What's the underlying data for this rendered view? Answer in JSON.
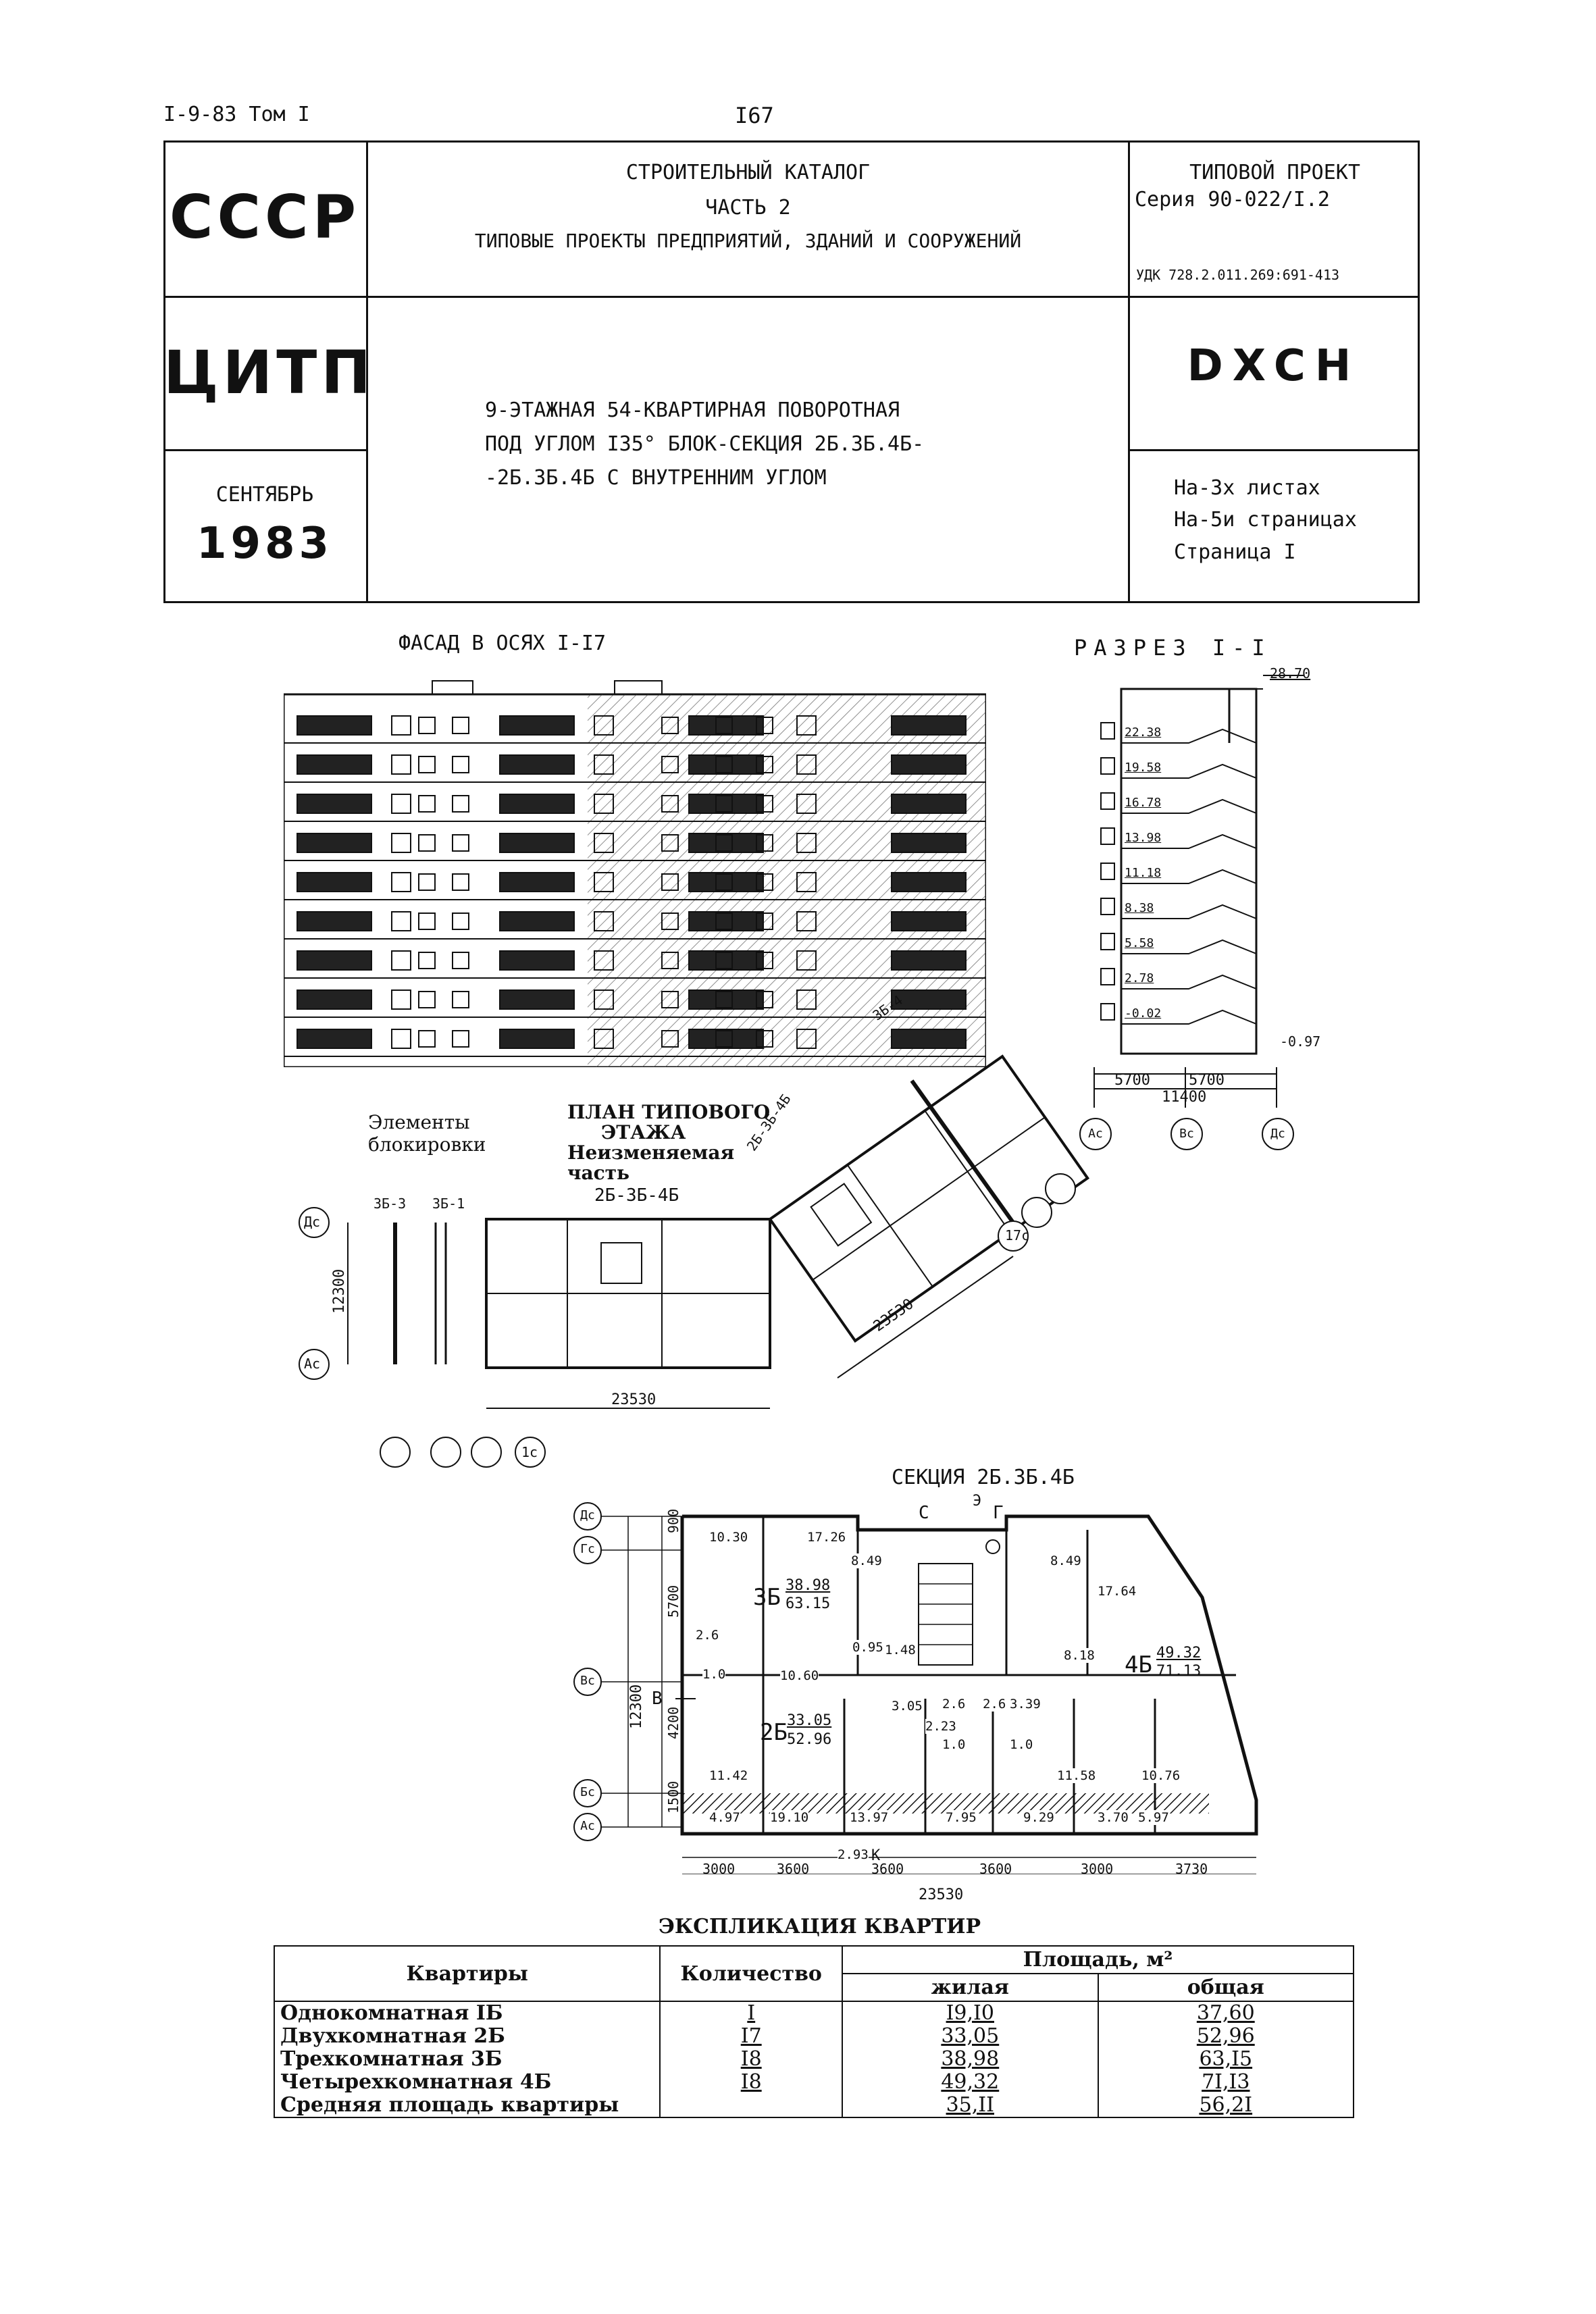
{
  "top": {
    "left_ref": "I-9-83 Том I",
    "page_number": "I67"
  },
  "header": {
    "org1": "СССР",
    "org2": "ЦИТП",
    "date_month": "СЕНТЯБРЬ",
    "date_year": "1983",
    "catalog_line1": "СТРОИТЕЛЬНЫЙ КАТАЛОГ",
    "catalog_line2": "ЧАСТЬ 2",
    "catalog_line3": "ТИПОВЫЕ ПРОЕКТЫ ПРЕДПРИЯТИЙ, ЗДАНИЙ И СООРУЖЕНИЙ",
    "typ_label": "ТИПОВОЙ ПРОЕКТ",
    "series": "Серия 90-022/I.2",
    "udk": "УДК 728.2.011.269:691-413",
    "code": "DXCH",
    "desc_line1": "9-ЭТАЖНАЯ 54-КВАРТИРНАЯ ПОВОРОТНАЯ",
    "desc_line2": "ПОД УГЛОМ I35° БЛОК-СЕКЦИЯ 2Б.3Б.4Б-",
    "desc_line3": "-2Б.3Б.4Б С ВНУТРЕННИМ УГЛОМ",
    "sheets_line1": "На-3х листах",
    "sheets_line2": "На-5и страницах",
    "sheets_line3": "Страница I"
  },
  "facade": {
    "title": "ФАСАД В ОСЯХ I-I7"
  },
  "section": {
    "title": "РАЗРЕЗ I-I",
    "top_mark": "28.70",
    "levels": [
      "22.38",
      "19.58",
      "16.78",
      "13.98",
      "11.18",
      "8.38",
      "5.58",
      "2.78",
      "-0.02"
    ],
    "ground_mark": "-0.97",
    "dims": [
      "5700",
      "5700",
      "11400"
    ],
    "axes": [
      "Ас",
      "Вс",
      "Дс"
    ]
  },
  "plan": {
    "title_line1": "ПЛАН ТИПОВОГО",
    "title_line2": "ЭТАЖА",
    "title_line3": "Неизменяемая",
    "title_line4": "часть",
    "title_line5": "2Б-3Б-4Б",
    "elements_line1": "Элементы",
    "elements_line2": "блокировки",
    "block_labels": [
      "3Б-3",
      "3Б-1",
      "3Б-4",
      "2Б-3Б-4Б"
    ],
    "axes": [
      "Дс",
      "Ас",
      "1с",
      "17с"
    ],
    "dim_height": "12300",
    "dim_width": "23530",
    "dim_diag": "23530"
  },
  "sect_plan": {
    "title": "СЕКЦИЯ 2Б.3Б.4Б",
    "axes": [
      "Дс",
      "Гс",
      "Вс",
      "Бс",
      "Ас"
    ],
    "left_dims": [
      "900",
      "5700",
      "4200",
      "1500"
    ],
    "total_height": "12300",
    "bottom_dims": [
      "3000",
      "3600",
      "3600",
      "3600",
      "3000",
      "3730"
    ],
    "total_width": "23530",
    "areas": [
      "10.30",
      "17.26",
      "8.49",
      "8.49",
      "17.64",
      "2.6",
      "0.95",
      "1.48",
      "8.18",
      "1.0",
      "10.60",
      "3.05",
      "2.6",
      "3.39",
      "2.6",
      "2.23",
      "1.0",
      "1.0",
      "11.42",
      "11.58",
      "10.76",
      "4.97",
      "19.10",
      "13.97",
      "7.95",
      "9.29",
      "3.70",
      "5.97",
      "2.93"
    ],
    "apt_3b": {
      "label": "3Б",
      "living": "38.98",
      "total": "63.15"
    },
    "apt_2b": {
      "label": "2Б",
      "living": "33.05",
      "total": "52.96"
    },
    "apt_4b": {
      "label": "4Б",
      "living": "49.32",
      "total": "71.13"
    },
    "marks": [
      "С",
      "Э",
      "Г",
      "В",
      "К"
    ]
  },
  "explication": {
    "title": "ЭКСПЛИКАЦИЯ КВАРТИР",
    "col_apt": "Квартиры",
    "col_count": "Количество",
    "col_area": "Площадь, м²",
    "col_living": "жилая",
    "col_total": "общая",
    "rows": [
      {
        "name": "Однокомнатная  IБ",
        "count": "I",
        "living": "I9,I0",
        "total": "37,60"
      },
      {
        "name": "Двухкомнатная  2Б",
        "count": "I7",
        "living": "33,05",
        "total": "52,96"
      },
      {
        "name": "Трехкомнатная  3Б",
        "count": "I8",
        "living": "38,98",
        "total": "63,I5"
      },
      {
        "name": "Четырехкомнатная 4Б",
        "count": "I8",
        "living": "49,32",
        "total": "7I,I3"
      },
      {
        "name": "Средняя площадь квартиры",
        "count": "",
        "living": "35,II",
        "total": "56,2I"
      }
    ]
  }
}
